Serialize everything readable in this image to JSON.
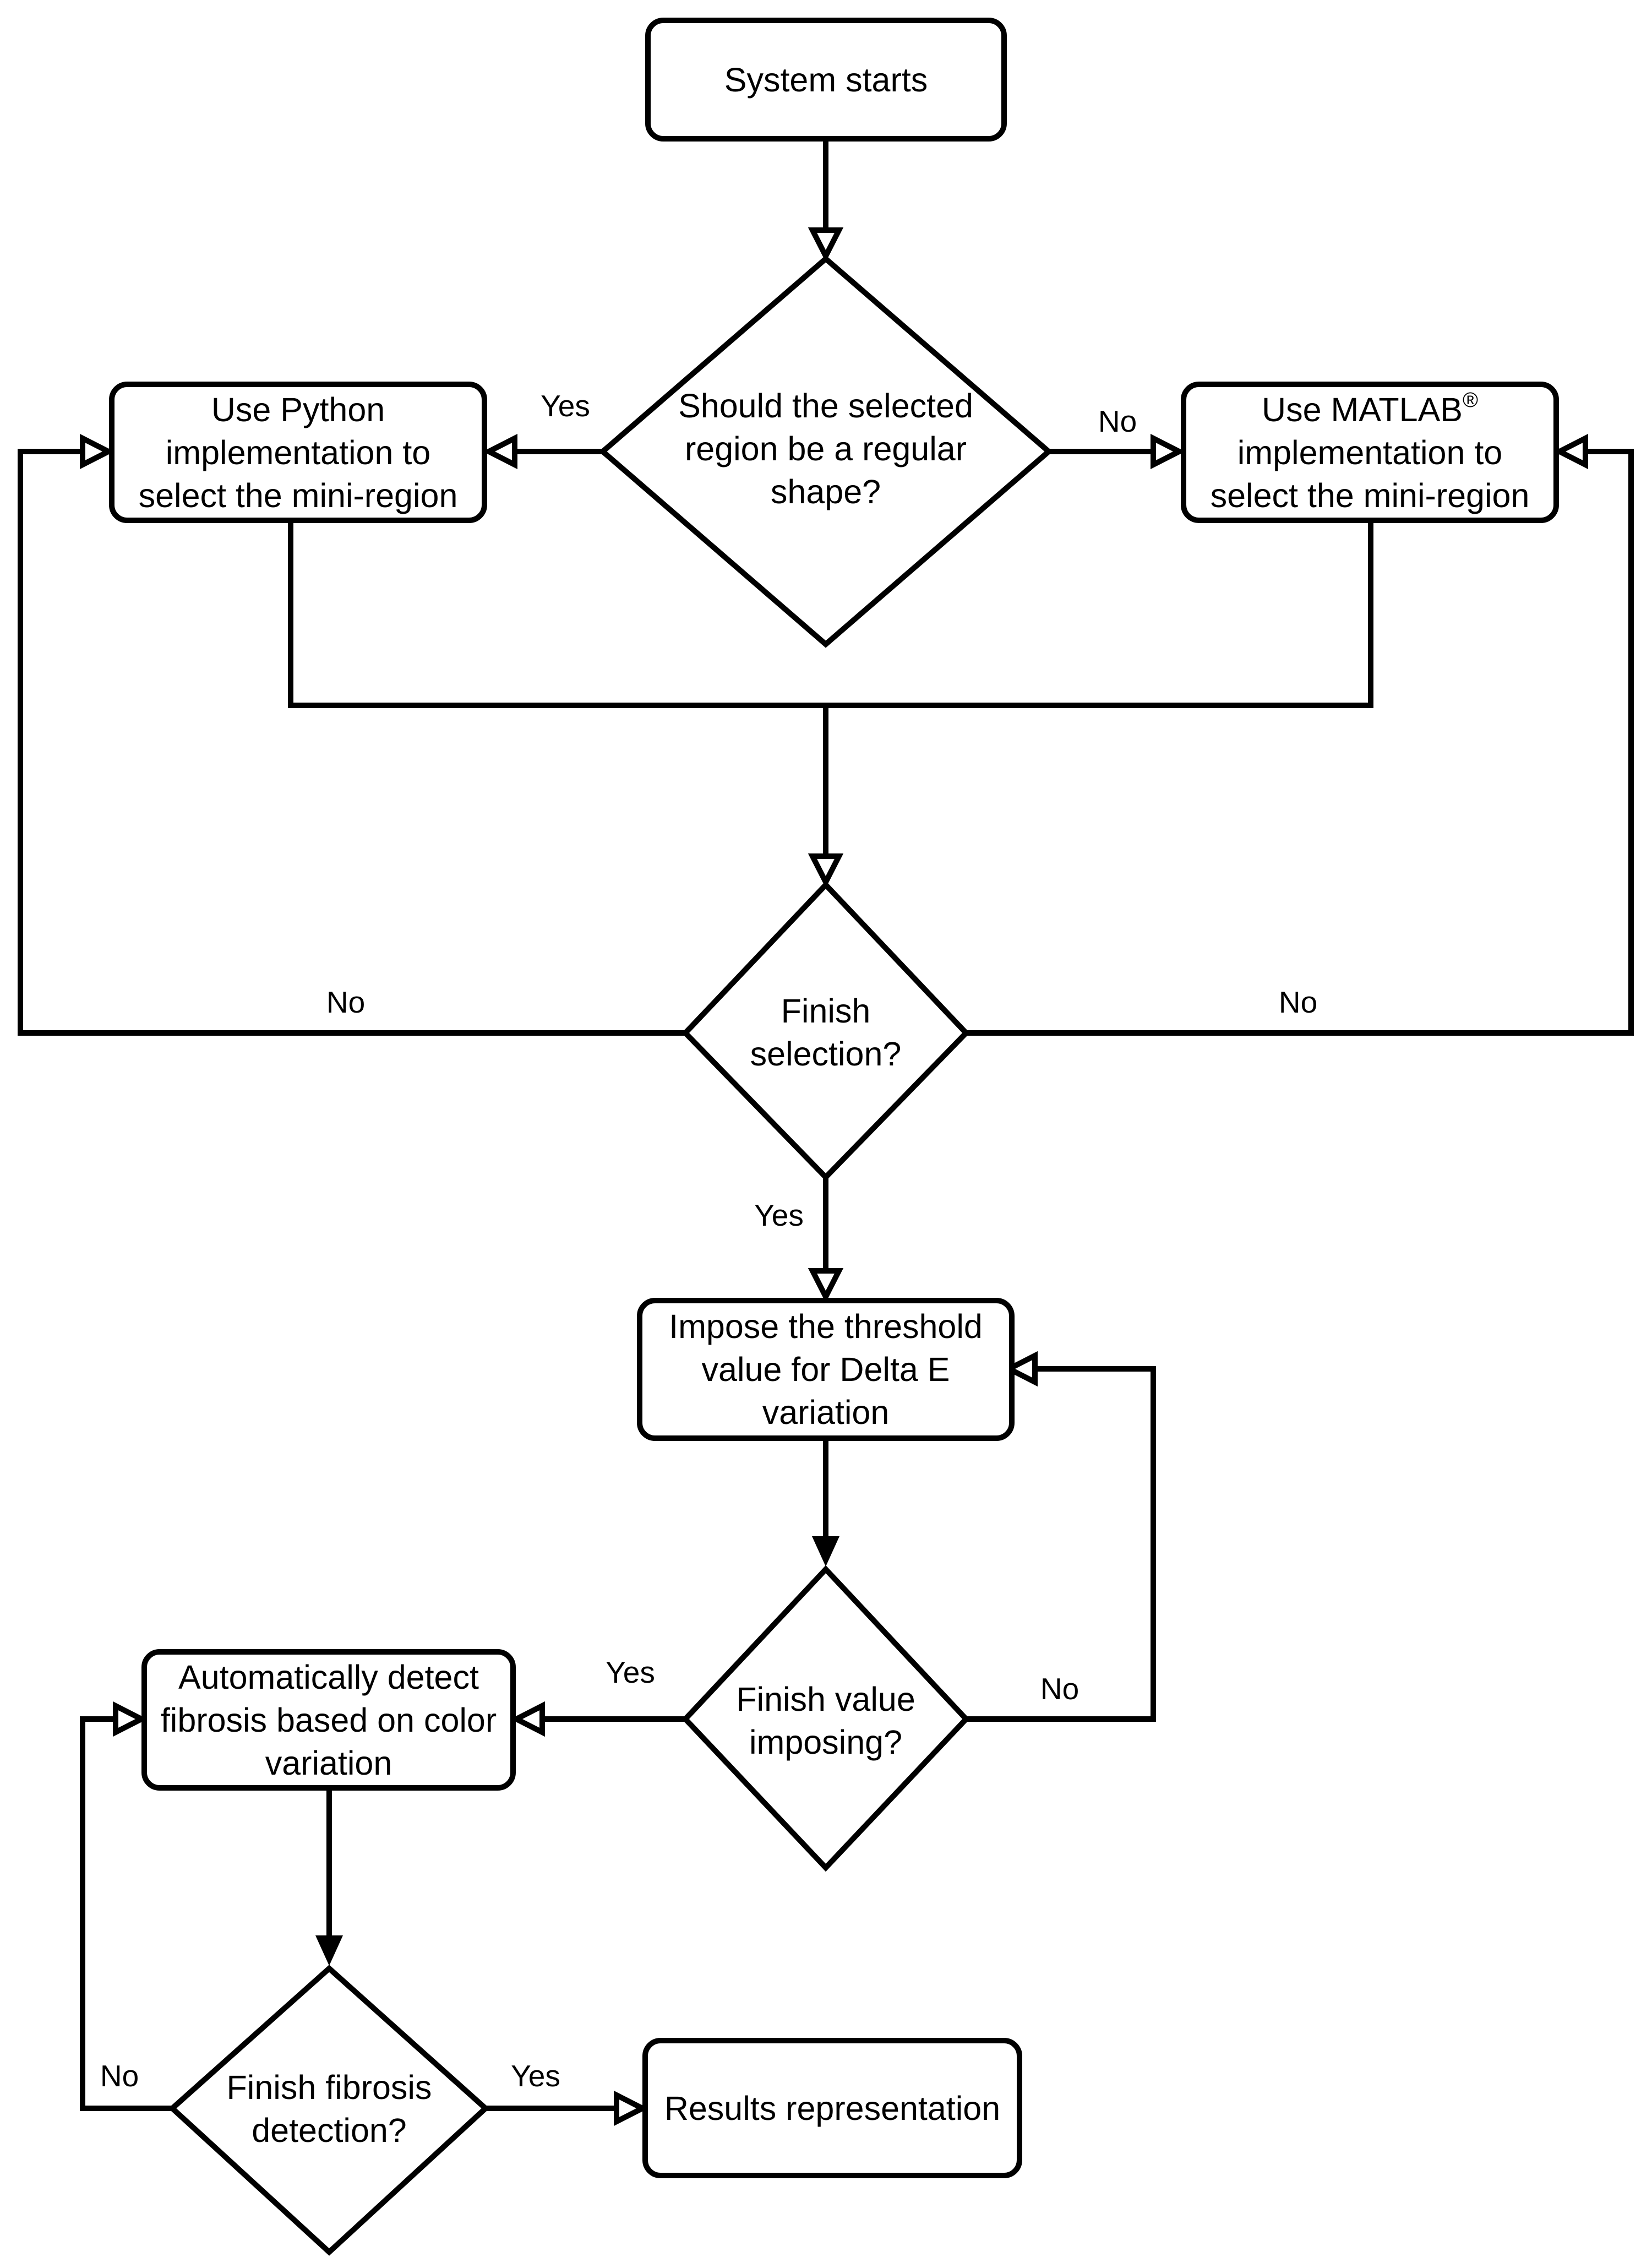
{
  "nodes": {
    "start": {
      "text": "System starts"
    },
    "decision_shape": {
      "text": "Should the selected\nregion be a regular\nshape?"
    },
    "python": {
      "text": "Use Python\nimplementation to\nselect the mini-region"
    },
    "matlab": {
      "text_pre": "Use MATLAB",
      "sup": "®",
      "text_post": "implementation to\nselect the mini-region"
    },
    "finish_selection": {
      "text": "Finish\nselection?"
    },
    "threshold": {
      "text": "Impose the threshold\nvalue for Delta E\nvariation"
    },
    "finish_value": {
      "text": "Finish value\nimposing?"
    },
    "detect": {
      "text": "Automatically detect\nfibrosis based on color\nvariation"
    },
    "finish_fibrosis": {
      "text": "Finish fibrosis\ndetection?"
    },
    "results": {
      "text": "Results representation"
    }
  },
  "edge_labels": {
    "shape_yes": "Yes",
    "shape_no": "No",
    "selection_no_left": "No",
    "selection_no_right": "No",
    "selection_yes": "Yes",
    "value_yes": "Yes",
    "value_no": "No",
    "fibrosis_no": "No",
    "fibrosis_yes": "Yes"
  },
  "colors": {
    "stroke": "#000000",
    "fill": "#ffffff"
  }
}
